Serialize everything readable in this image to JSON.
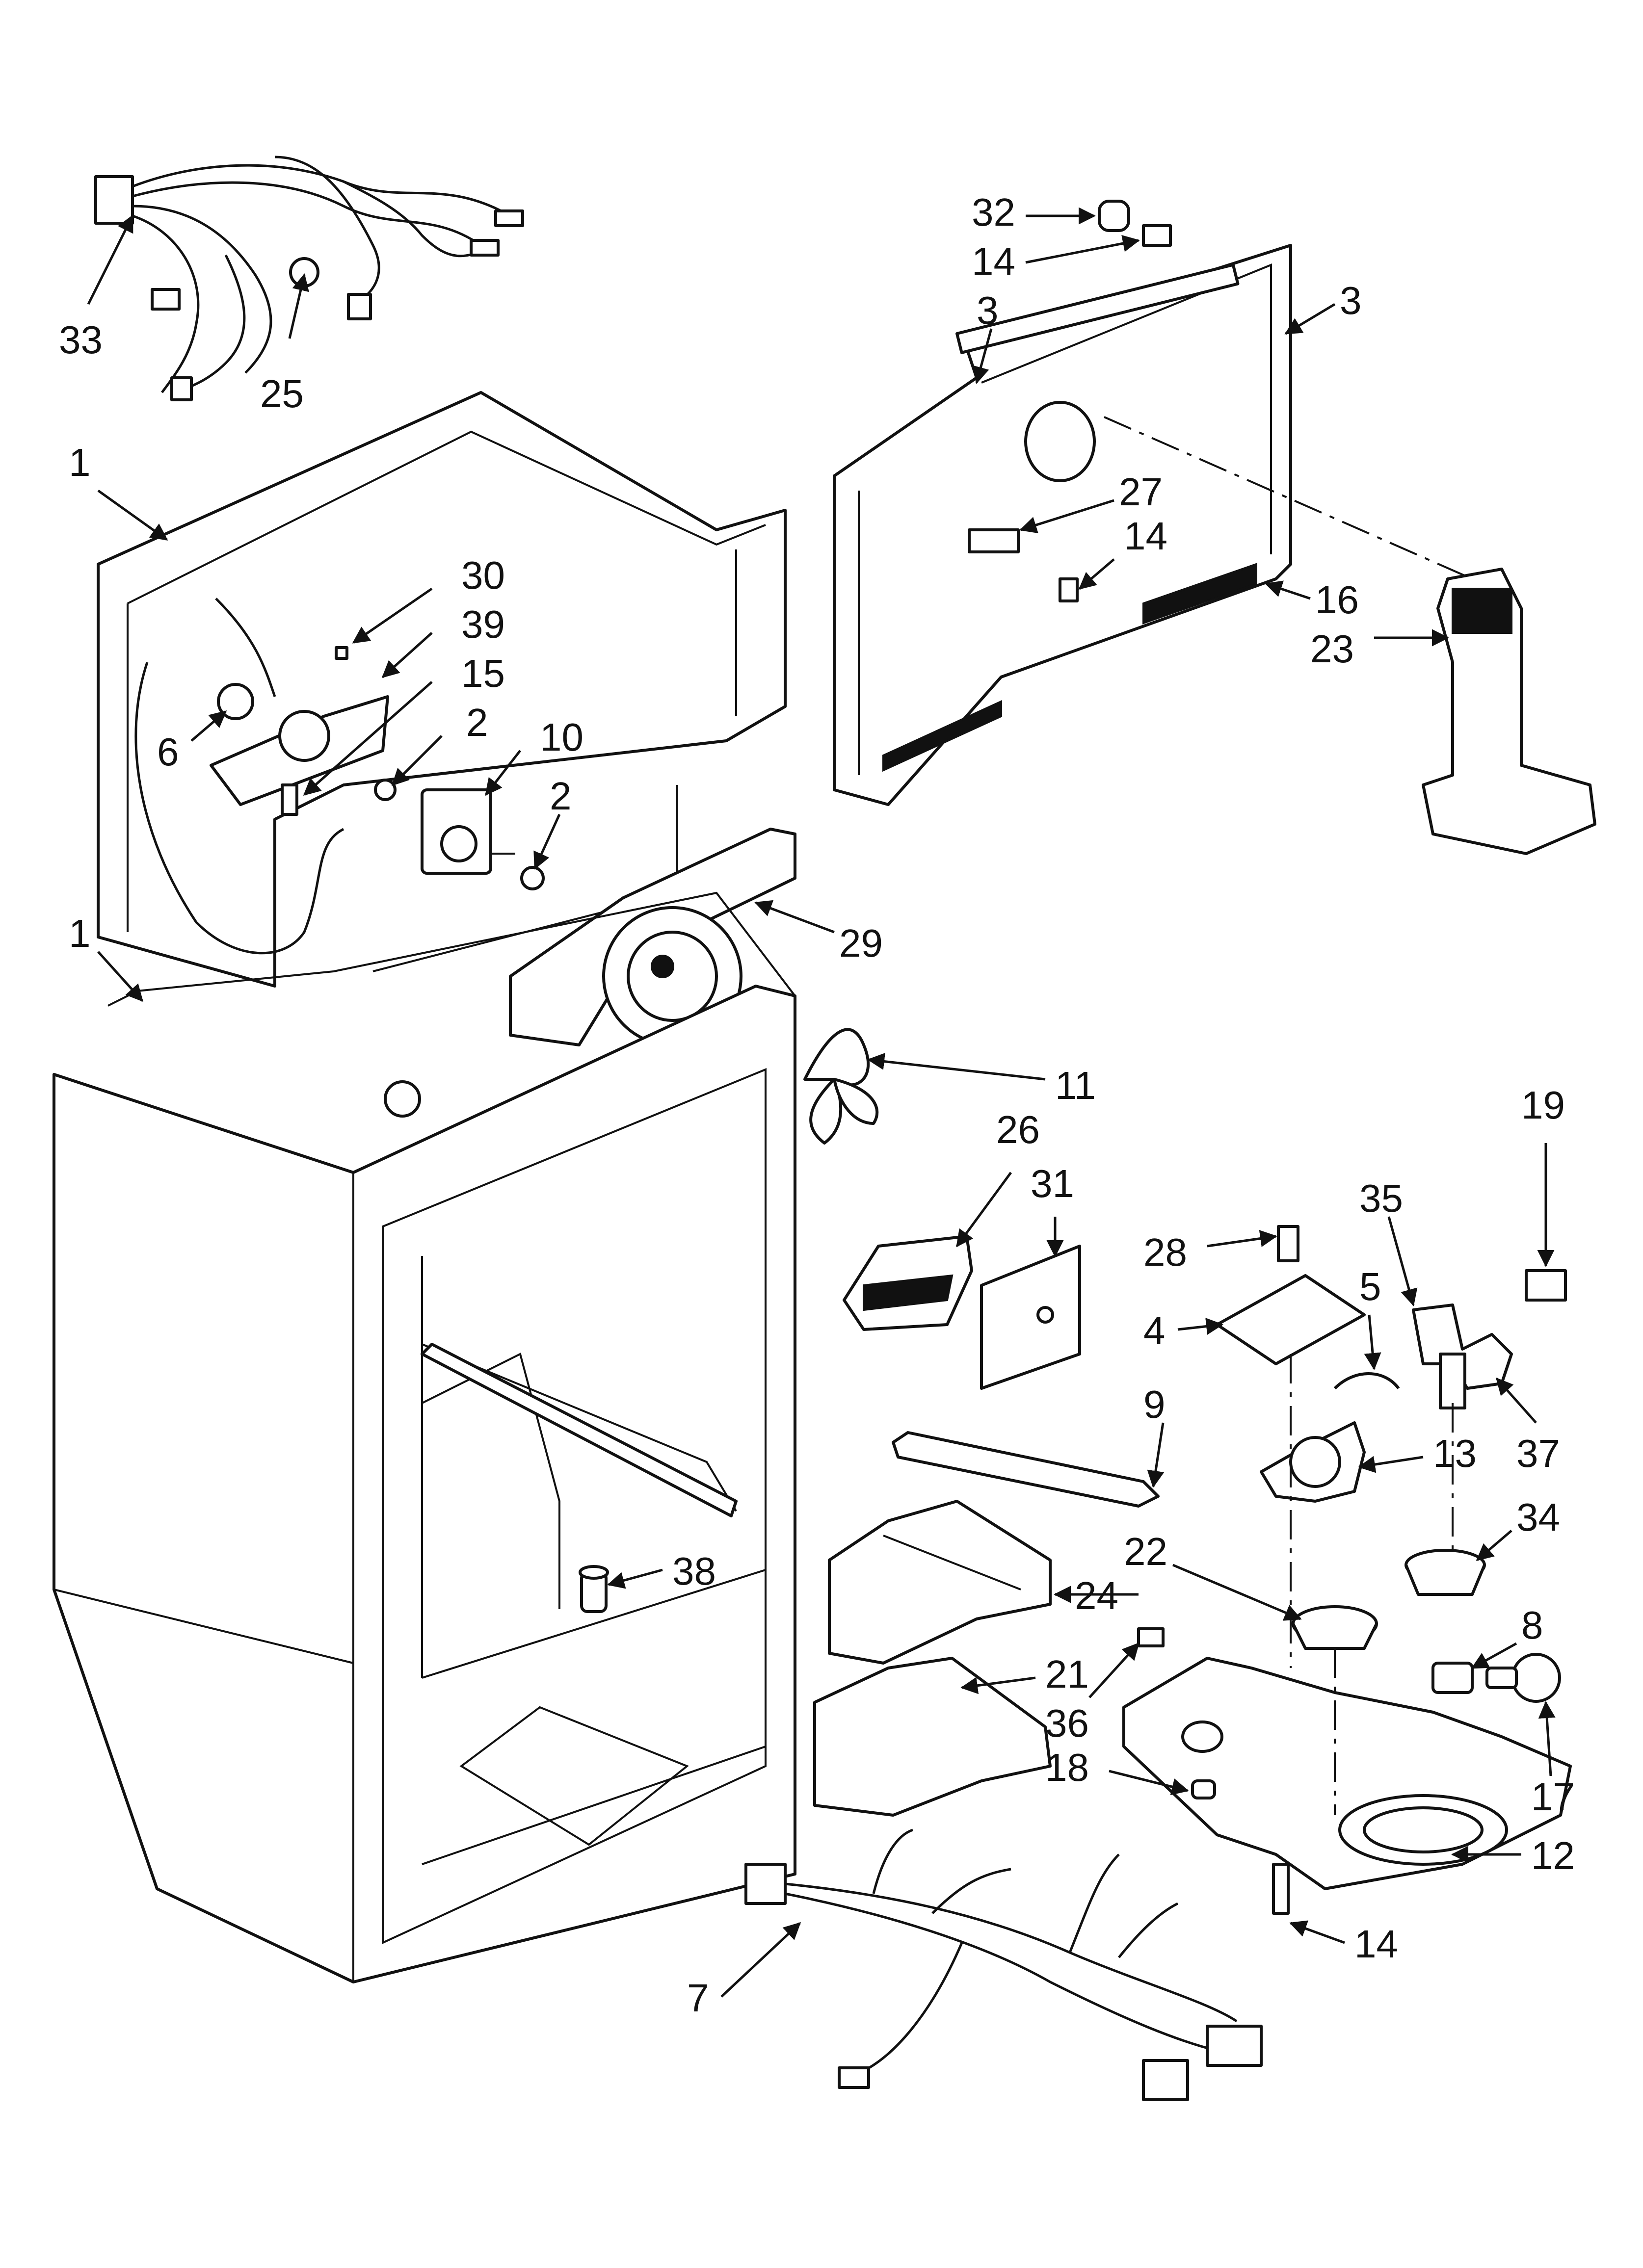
{
  "callouts": {
    "c1a": "1",
    "c1b": "1",
    "c2a": "2",
    "c2b": "2",
    "c3a": "3",
    "c3b": "3",
    "c4": "4",
    "c5": "5",
    "c6": "6",
    "c7": "7",
    "c8": "8",
    "c9": "9",
    "c10": "10",
    "c11": "11",
    "c12": "12",
    "c13": "13",
    "c14a": "14",
    "c14b": "14",
    "c14c": "14",
    "c15": "15",
    "c16": "16",
    "c17": "17",
    "c18": "18",
    "c19": "19",
    "c21": "21",
    "c22": "22",
    "c23": "23",
    "c24": "24",
    "c25": "25",
    "c26": "26",
    "c27": "27",
    "c28": "28",
    "c29": "29",
    "c30": "30",
    "c31": "31",
    "c32": "32",
    "c33": "33",
    "c34": "34",
    "c35": "35",
    "c36": "36",
    "c37": "37",
    "c38": "38",
    "c39": "39"
  },
  "colors": {
    "ink": "#111111",
    "paper": "#ffffff"
  },
  "icons": [
    "arrow-head",
    "leader-line"
  ]
}
